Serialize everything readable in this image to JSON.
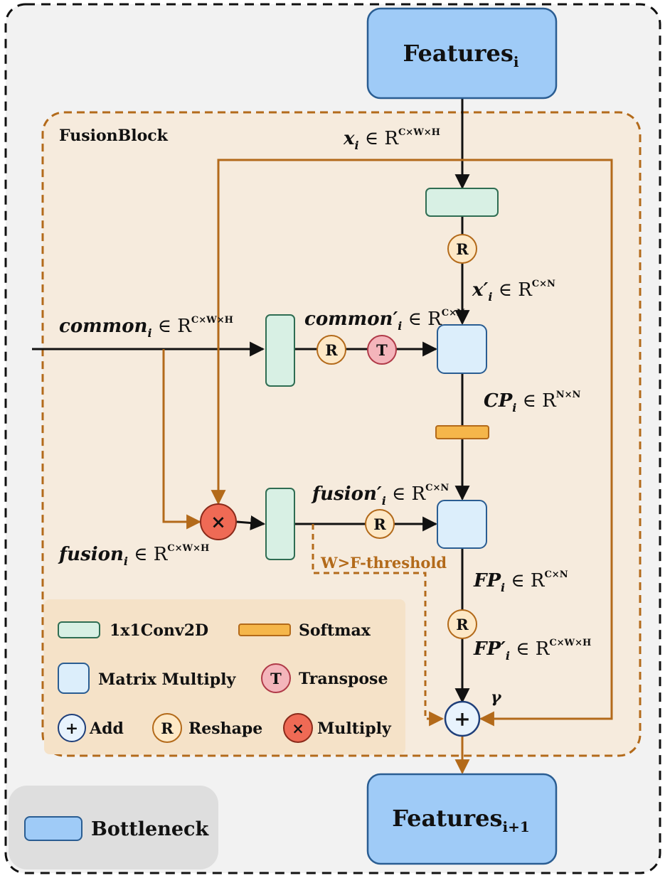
{
  "colors": {
    "brown": "#b36a1a",
    "conv": "#d8f0e4",
    "conv_stroke": "#2f6d52",
    "softmax": "#f5b64a",
    "matmul": "#dceefb",
    "bottleneck": "#9fcbf7",
    "reshape": "#fde8c6",
    "transpose": "#f4b5bb",
    "multiply": "#ef6a55",
    "add": "#e8f3fd"
  },
  "diagram": {
    "features_top": {
      "main": "Features",
      "sub": "i"
    },
    "features_bottom": {
      "main": "Features",
      "sub": "i+1"
    },
    "fusion_block_title": "FusionBlock",
    "eq_xi": {
      "var": "x",
      "sub": "i",
      "rel": " ∈ R",
      "sup": "C×W×H"
    },
    "eq_xi_prime": {
      "var": "x′",
      "sub": "i",
      "rel": " ∈ R",
      "sup": "C×N"
    },
    "eq_common": {
      "var": "common",
      "sub": "i",
      "rel": " ∈ R",
      "sup": "C×W×H"
    },
    "eq_common_prime": {
      "var": "common′",
      "sub": "i",
      "rel": " ∈ R",
      "sup": "C×N"
    },
    "eq_cp": {
      "var": "CP",
      "sub": "i",
      "rel": " ∈ R",
      "sup": "N×N"
    },
    "eq_fusion_prime": {
      "var": "fusion′",
      "sub": "i",
      "rel": " ∈ R",
      "sup": "C×N"
    },
    "eq_fusion": {
      "var": "fusion",
      "sub": "i",
      "rel": " ∈ R",
      "sup": "C×W×H"
    },
    "eq_fp": {
      "var": "FP",
      "sub": "i",
      "rel": " ∈ R",
      "sup": "C×N"
    },
    "eq_fp_prime": {
      "var": "FP′",
      "sub": "i",
      "rel": " ∈ R",
      "sup": "C×W×H"
    },
    "gamma": "γ",
    "threshold": "W>F-threshold",
    "op_reshape": "R",
    "op_transpose": "T",
    "op_multiply": "×",
    "op_add": "+"
  },
  "legend": {
    "conv": "1x1Conv2D",
    "softmax": "Softmax",
    "matmul": "Matrix Multiply",
    "transpose": "Transpose",
    "add": "Add",
    "reshape": "Reshape",
    "multiply": "Multiply",
    "bottleneck": "Bottleneck"
  }
}
